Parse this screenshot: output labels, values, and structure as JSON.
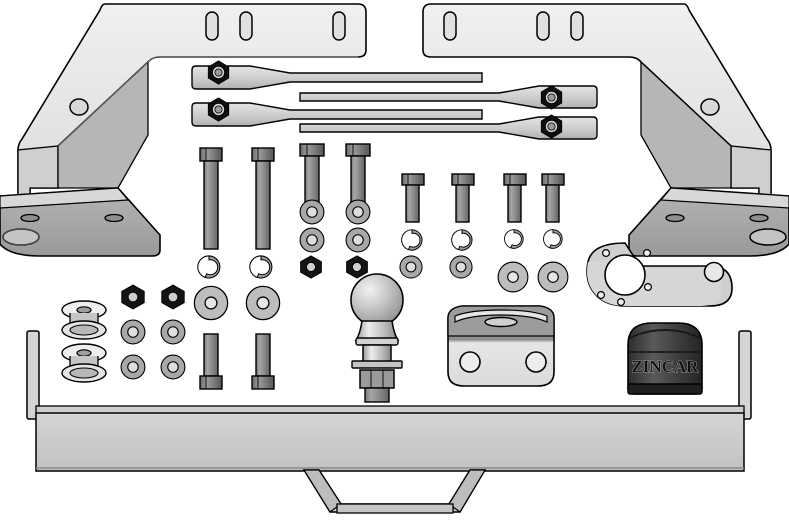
{
  "illustration": {
    "title": "Towbar / Tow Hitch Fitting Kit Exploded Parts Layout",
    "background_color": "#ffffff",
    "outline_color": "#000000",
    "palette": {
      "plate_light": "#e8e8e8",
      "plate_mid": "#d2d2d2",
      "plate_shade": "#a8a8a8",
      "bar_face": "#c8c8c8",
      "bar_top": "#d8d8d8",
      "bolt_body": "#8a8a8a",
      "bolt_dark": "#6e6e6e",
      "washer_fill": "#b4b4b4",
      "nut_black": "#141414",
      "ball_light": "#e2e2e2",
      "ball_mid": "#b6b6b6",
      "cap_dark": "#3a3a3a",
      "cap_text": "#0a0a0a"
    }
  },
  "branding": {
    "cap_label": "ZINCAR"
  },
  "parts": {
    "left_bracket": {
      "name": "left-mounting-bracket",
      "slot_count": 3,
      "pivot_hole_count": 1,
      "foot_hole_count": 3
    },
    "right_bracket": {
      "name": "right-mounting-bracket",
      "slot_count": 3,
      "pivot_hole_count": 1,
      "foot_hole_count": 3
    },
    "tie_rods": {
      "name": "threaded-tie-rod",
      "count": 4,
      "nut_ends": 4
    },
    "long_bolts": {
      "name": "long-hex-bolt",
      "count": 2
    },
    "medium_bolts": {
      "name": "medium-hex-bolt",
      "count": 2
    },
    "short_bolts": {
      "name": "short-hex-bolt",
      "count": 4
    },
    "inverted_bolts": {
      "name": "inverted-hex-bolt",
      "count": 2
    },
    "spring_washers": {
      "name": "spring-washer",
      "count": 8
    },
    "flat_washers_small": {
      "name": "small-flat-washer",
      "count": 8
    },
    "flat_washers_large": {
      "name": "large-flat-washer",
      "count": 6
    },
    "hex_nuts_black": {
      "name": "black-hex-nut",
      "count": 6
    },
    "spacers": {
      "name": "spool-spacer-bushing",
      "count": 2
    },
    "tow_ball": {
      "name": "tow-ball",
      "count": 1,
      "has_shank_washer": true,
      "has_shank_nut": true
    },
    "ball_cover_cap": {
      "name": "ball-cover-cap",
      "count": 1,
      "label": "ZINCAR"
    },
    "socket_block": {
      "name": "socket-mounting-block",
      "count": 1,
      "hole_count": 2
    },
    "flange_plate": {
      "name": "electrics-flange-plate",
      "count": 1,
      "central_hole": 1,
      "small_hole_count": 5,
      "end_hole_count": 1
    },
    "cross_bar": {
      "name": "main-cross-bar",
      "count": 1,
      "end_plate_count": 2
    },
    "drawbar_tube": {
      "name": "trapezoid-drawbar-tube",
      "count": 1
    }
  }
}
